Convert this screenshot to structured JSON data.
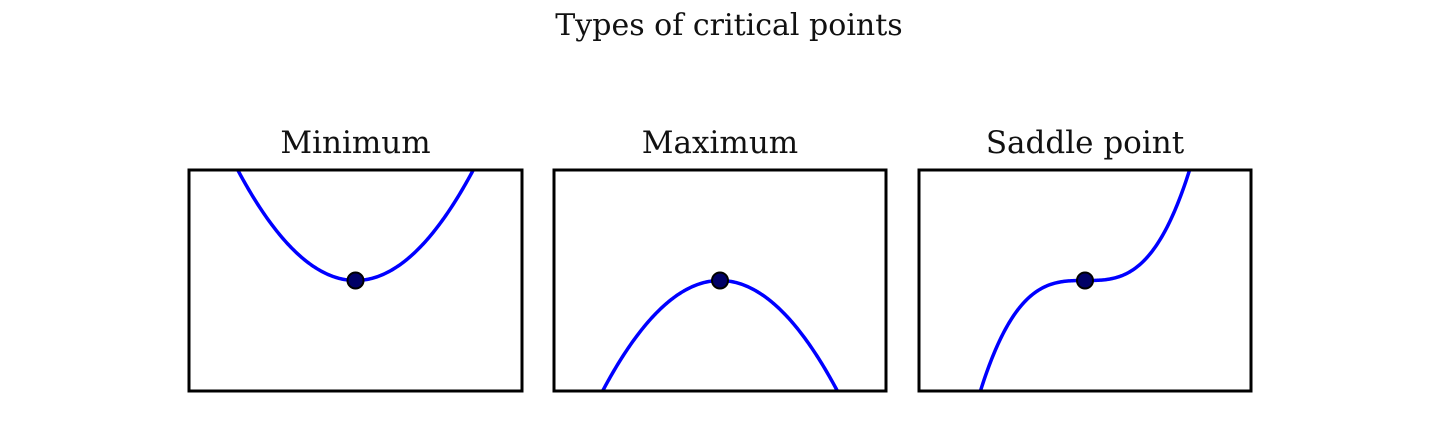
{
  "figure": {
    "title": "Types of critical points"
  },
  "colors": {
    "curve": "#0000ff",
    "point_fill": "#000066",
    "frame": "#000000",
    "background": "#ffffff"
  },
  "chart_data": [
    {
      "type": "line",
      "title": "Minimum",
      "function": "x^2",
      "x": [
        -1.5,
        -1.2,
        -0.9,
        -0.6,
        -0.3,
        0,
        0.3,
        0.6,
        0.9,
        1.2,
        1.5
      ],
      "y": [
        2.25,
        1.44,
        0.81,
        0.36,
        0.09,
        0,
        0.09,
        0.36,
        0.81,
        1.44,
        2.25
      ],
      "critical_point": {
        "x": 0,
        "y": 0
      },
      "xlim": [
        -2,
        2
      ],
      "ylim": [
        -2,
        2
      ],
      "grid": false,
      "ticks": false
    },
    {
      "type": "line",
      "title": "Maximum",
      "function": "-x^2",
      "x": [
        -1.5,
        -1.2,
        -0.9,
        -0.6,
        -0.3,
        0,
        0.3,
        0.6,
        0.9,
        1.2,
        1.5
      ],
      "y": [
        -2.25,
        -1.44,
        -0.81,
        -0.36,
        -0.09,
        0,
        -0.09,
        -0.36,
        -0.81,
        -1.44,
        -2.25
      ],
      "critical_point": {
        "x": 0,
        "y": 0
      },
      "xlim": [
        -2,
        2
      ],
      "ylim": [
        -2,
        2
      ],
      "grid": false,
      "ticks": false
    },
    {
      "type": "line",
      "title": "Saddle point",
      "function": "x^3",
      "x": [
        -1.5,
        -1.2,
        -0.9,
        -0.6,
        -0.3,
        0,
        0.3,
        0.6,
        0.9,
        1.2,
        1.5
      ],
      "y": [
        -3.375,
        -1.728,
        -0.729,
        -0.216,
        -0.027,
        0,
        0.027,
        0.216,
        0.729,
        1.728,
        3.375
      ],
      "critical_point": {
        "x": 0,
        "y": 0
      },
      "xlim": [
        -2,
        2
      ],
      "ylim": [
        -2,
        2
      ],
      "grid": false,
      "ticks": false
    }
  ]
}
